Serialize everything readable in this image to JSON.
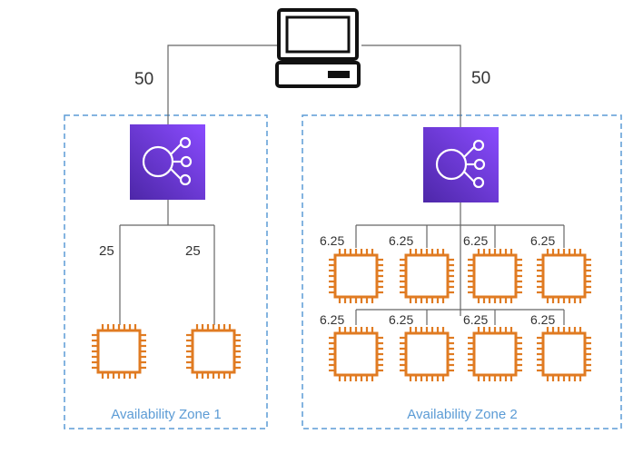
{
  "client": {
    "icon": "laptop-icon"
  },
  "connections": {
    "client_to_az1": "50",
    "client_to_az2": "50"
  },
  "zones": [
    {
      "label": "Availability Zone 1",
      "load_balancer_icon": "load-balancer-icon",
      "instance_icon": "ec2-instance-icon",
      "weights": [
        "25",
        "25"
      ]
    },
    {
      "label": "Availability Zone 2",
      "load_balancer_icon": "load-balancer-icon",
      "instance_icon": "ec2-instance-icon",
      "weights_row1": [
        "6.25",
        "6.25",
        "6.25",
        "6.25"
      ],
      "weights_row2": [
        "6.25",
        "6.25",
        "6.25",
        "6.25"
      ]
    }
  ],
  "colors": {
    "zone_border": "#5b9bd5",
    "zone_label": "#5b9bd5",
    "load_balancer_fill": "#5a3fc0",
    "instance_stroke": "#e07b22",
    "line": "#555555"
  }
}
